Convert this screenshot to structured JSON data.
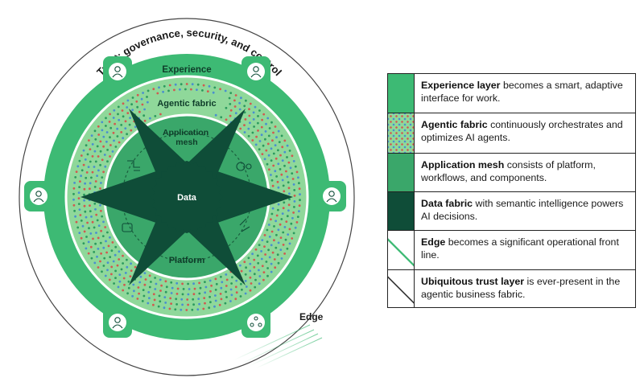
{
  "diagram": {
    "title": "Trust: governance, security, and control",
    "labels": {
      "experience": "Experience",
      "agentic_fabric": "Agentic fabric",
      "application_mesh": "Application mesh",
      "data": "Data",
      "platform": "Platform",
      "edge": "Edge"
    },
    "colors": {
      "outer_band": "#3dba74",
      "agentic_fabric": "#8fd89a",
      "mesh": "#3aa76a",
      "core": "#0f4d38",
      "dots": [
        "#d05a50",
        "#4a8fcf",
        "#2c9a5e"
      ]
    },
    "icons": [
      "person-icon",
      "person-icon",
      "person-icon",
      "person-icon",
      "person-icon",
      "network-icon"
    ]
  },
  "legend": {
    "items": [
      {
        "term": "Experience layer",
        "description": " becomes a smart, adaptive interface for work.",
        "swatch": "experience"
      },
      {
        "term": "Agentic fabric",
        "description": " continuously orchestrates and optimizes AI agents.",
        "swatch": "agentic-fabric"
      },
      {
        "term": "Application mesh",
        "description": " consists of platform, workflows, and components.",
        "swatch": "application-mesh"
      },
      {
        "term": "Data fabric",
        "description": " with semantic intelligence powers AI decisions.",
        "swatch": "data-fabric"
      },
      {
        "term": "Edge",
        "description": " becomes a significant operational front line.",
        "swatch": "edge"
      },
      {
        "term": "Ubiquitous trust layer",
        "description": " is ever-present in the agentic business fabric.",
        "swatch": "trust"
      }
    ]
  }
}
